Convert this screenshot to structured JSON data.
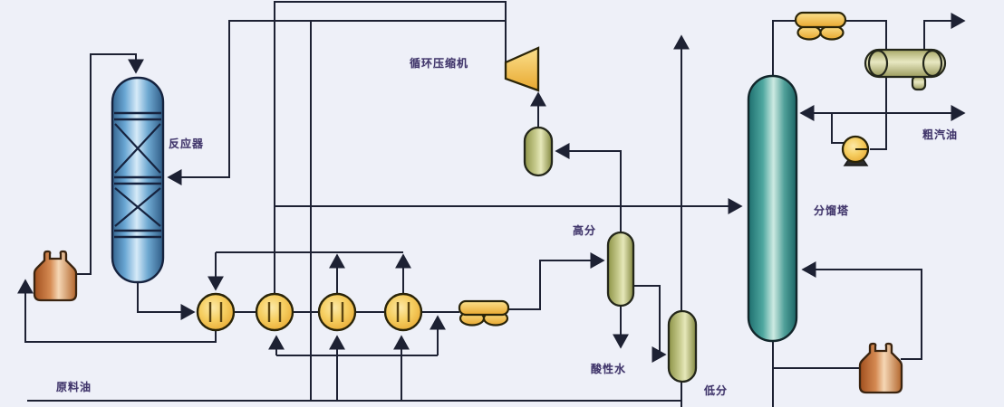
{
  "labels": {
    "reactor": "反应器",
    "recycle_compressor": "循环压缩机",
    "high_pressure_separator": "高分",
    "sour_water": "酸性水",
    "low_pressure_separator": "低分",
    "fractionator": "分馏塔",
    "crude_gasoline": "粗汽油",
    "feed_oil": "原料油"
  },
  "colors": {
    "bg": "#eef0f8",
    "line": "#1d2133",
    "label": "#41366b",
    "reactor_blue": "#5b9fd0",
    "column_teal": "#3f9d99",
    "separator_olive": "#b9bd7e",
    "equipment_gold": "#f0c254",
    "drum_copper": "#cd7e47",
    "reflux_khaki": "#d2d4a2"
  }
}
